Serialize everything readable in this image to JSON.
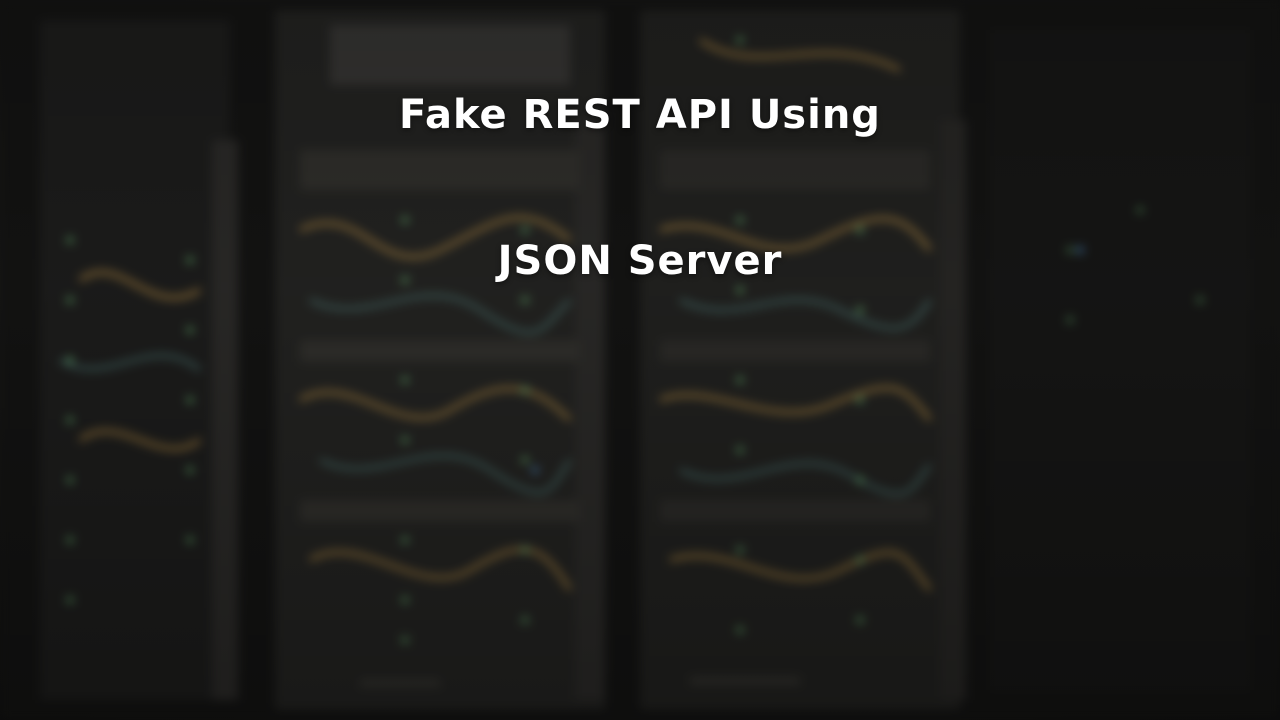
{
  "headline": {
    "line1": "Fake REST API Using",
    "line2": "JSON Server"
  },
  "background": {
    "subject": "server-rack-photo",
    "colors": {
      "base": "#141414",
      "rack": "#262624",
      "cable_orange": "#c89a4a",
      "cable_teal": "#5f9a96",
      "led_green": "#7ee08a",
      "led_blue": "#5fb2ff"
    }
  },
  "colors": {
    "headline_text": "#ffffff"
  }
}
